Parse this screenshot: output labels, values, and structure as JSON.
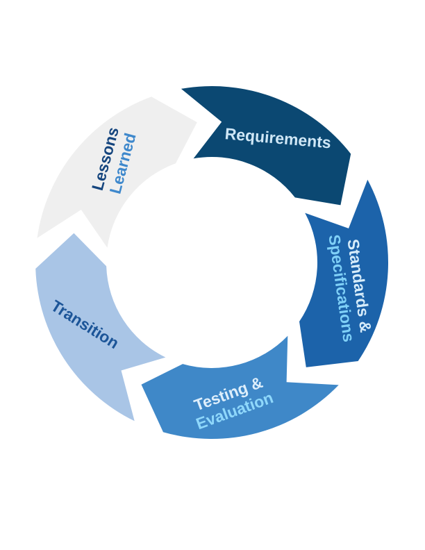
{
  "diagram": {
    "type": "cycle",
    "segments": [
      {
        "id": "requirements",
        "label_lines": [
          {
            "text": "Requirements",
            "color": "#cfe7f6"
          }
        ],
        "fill": "#0b4872"
      },
      {
        "id": "standards",
        "label_lines": [
          {
            "text": "Standards &",
            "color": "#d6ecfa"
          },
          {
            "text": "Specifications",
            "color": "#7fd0f7"
          }
        ],
        "fill": "#1c63aa"
      },
      {
        "id": "testing",
        "label_lines": [
          {
            "text": "Testing &",
            "color": "#ddeefb"
          },
          {
            "text": "Evaluation",
            "color": "#8fd8fb"
          }
        ],
        "fill": "#3f88c8"
      },
      {
        "id": "transition",
        "label_lines": [
          {
            "text": "Transition",
            "color": "#1c5598"
          }
        ],
        "fill": "#a9c5e6"
      },
      {
        "id": "lessons",
        "label_lines": [
          {
            "text": "Lessons",
            "color": "#15457e"
          },
          {
            "text": "Learned",
            "color": "#3e88cc"
          }
        ],
        "fill": "#efefef"
      }
    ]
  }
}
